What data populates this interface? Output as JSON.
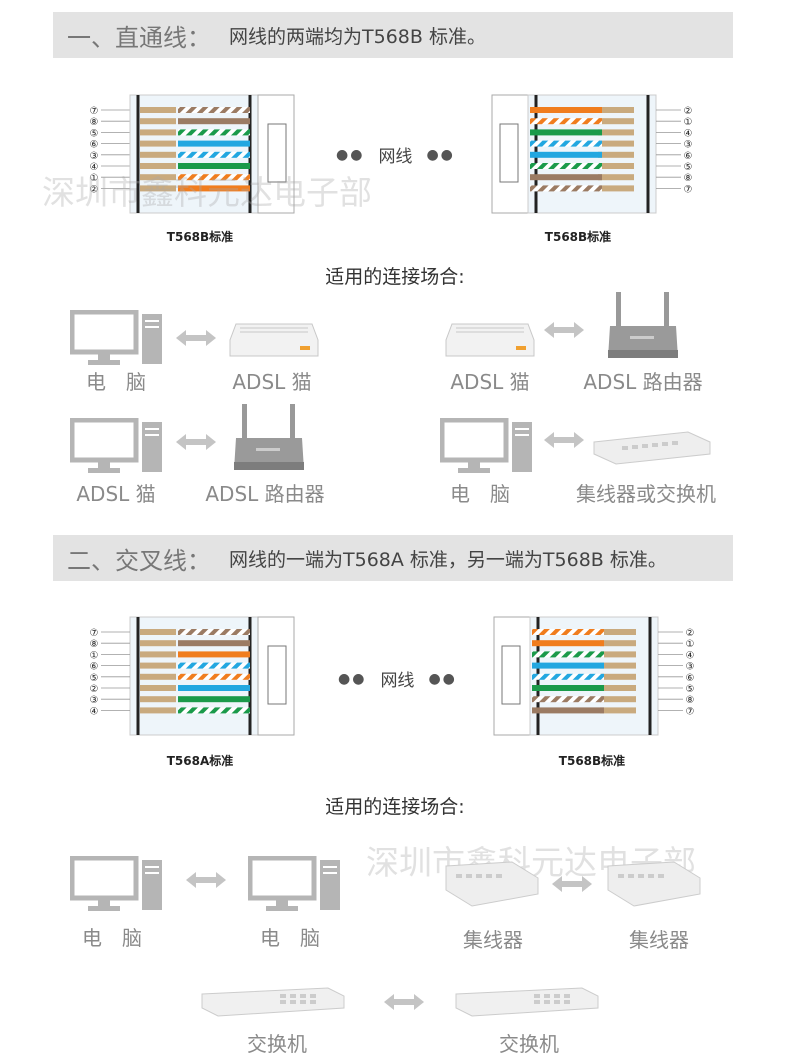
{
  "section1": {
    "index": "一、直通线：",
    "description": "网线的两端均为T568B 标准。",
    "left_pins": [
      "⑦",
      "⑧",
      "⑤",
      "⑥",
      "③",
      "④",
      "①",
      "②"
    ],
    "right_pins": [
      "②",
      "①",
      "④",
      "③",
      "⑥",
      "⑤",
      "⑧",
      "⑦"
    ],
    "left_standard": "T568B标准",
    "right_standard": "T568B标准",
    "cable_label": "网线",
    "dots": "●●",
    "usage_title": "适用的连接场合:",
    "pairs": [
      {
        "a": "电　脑",
        "b": "ADSL 猫"
      },
      {
        "a": "ADSL 猫",
        "b": "ADSL 路由器"
      },
      {
        "a": "ADSL 猫",
        "b": "ADSL 路由器"
      },
      {
        "a": "电　脑",
        "b": "集线器或交换机"
      }
    ]
  },
  "section2": {
    "index": "二、交叉线：",
    "description": "网线的一端为T568A 标准，另一端为T568B 标准。",
    "left_pins": [
      "⑦",
      "⑧",
      "①",
      "⑥",
      "⑤",
      "②",
      "③",
      "④"
    ],
    "right_pins": [
      "②",
      "①",
      "④",
      "③",
      "⑥",
      "⑤",
      "⑧",
      "⑦"
    ],
    "left_standard": "T568A标准",
    "right_standard": "T568B标准",
    "cable_label": "网线",
    "dots": "●●",
    "usage_title": "适用的连接场合:",
    "pairs": [
      {
        "a": "电　脑",
        "b": "电　脑"
      },
      {
        "a": "集线器",
        "b": "集线器"
      },
      {
        "a": "交换机",
        "b": "交换机"
      }
    ]
  },
  "watermark": "深圳市鑫科元达电子部",
  "colors": {
    "banner": "#e3e3e3",
    "orange": "#f07d1e",
    "green": "#1a9a4a",
    "blue": "#22a7e0",
    "brown": "#9b7b63",
    "icon_gray": "#b5b5b5"
  }
}
